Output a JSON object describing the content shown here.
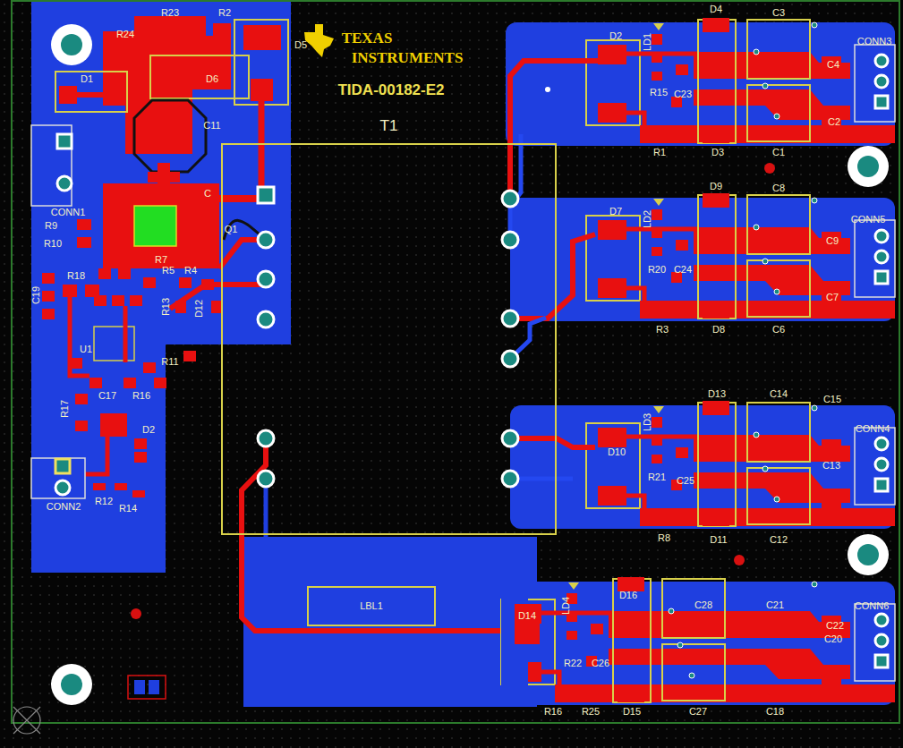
{
  "diagram": {
    "nodes": [
      {
        "text": [
          "T1"
        ]
      },
      {
        "text": [
          "LBL1"
        ]
      }
    ],
    "labels": [
      "TEXAS",
      "INSTRUMENTS",
      "TIDA-00182-E2",
      "R23",
      "R2",
      "R24",
      "D5",
      "D1",
      "D6",
      "C11",
      "C",
      "CONN1",
      "Q1",
      "R9",
      "R10",
      "C19",
      "R18",
      "R7",
      "R5",
      "R4",
      "R13",
      "D12",
      "U1",
      "R11",
      "C17",
      "R16",
      "R17",
      "D2",
      "R12",
      "R14",
      "CONN2",
      "D2",
      "LD1",
      "D4",
      "C3",
      "C4",
      "CONN3",
      "R15",
      "C23",
      "C2",
      "R1",
      "D3",
      "C1",
      "C8",
      "D7",
      "LD2",
      "D9",
      "C9",
      "CONN5",
      "R20",
      "C24",
      "C7",
      "R3",
      "D8",
      "C6",
      "D13",
      "C14",
      "C15",
      "LD3",
      "CONN4",
      "D10",
      "C13",
      "R21",
      "C25",
      "R8",
      "D11",
      "C12",
      "D16",
      "C28",
      "C21",
      "LD4",
      "CONN6",
      "C22",
      "D14",
      "C20",
      "R22",
      "C26",
      "R16",
      "R25",
      "D15",
      "C27",
      "C18"
    ]
  }
}
